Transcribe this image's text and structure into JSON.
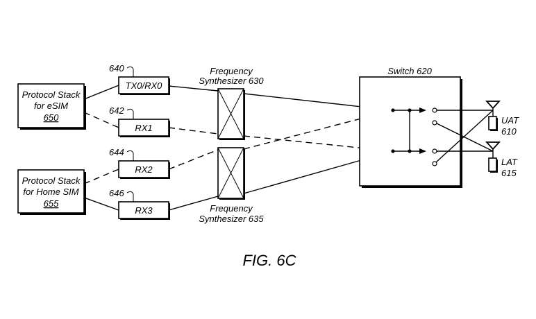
{
  "figure": {
    "caption": "FIG. 6C"
  },
  "protocol_stacks": [
    {
      "line1": "Protocol Stack",
      "line2": "for eSIM",
      "ref": "650"
    },
    {
      "line1": "Protocol Stack",
      "line2": "for Home SIM",
      "ref": "655"
    }
  ],
  "chains": [
    {
      "label": "TX0/RX0",
      "ref": "640",
      "link": "solid"
    },
    {
      "label": "RX1",
      "ref": "642",
      "link": "dashed"
    },
    {
      "label": "RX2",
      "ref": "644",
      "link": "dashed"
    },
    {
      "label": "RX3",
      "ref": "646",
      "link": "solid"
    }
  ],
  "synthesizers": [
    {
      "line1": "Frequency",
      "line2": "Synthesizer 630"
    },
    {
      "line1": "Frequency",
      "line2": "Synthesizer 635"
    }
  ],
  "switch": {
    "label": "Switch 620"
  },
  "antennas": [
    {
      "name": "UAT",
      "ref": "610"
    },
    {
      "name": "LAT",
      "ref": "615"
    }
  ]
}
